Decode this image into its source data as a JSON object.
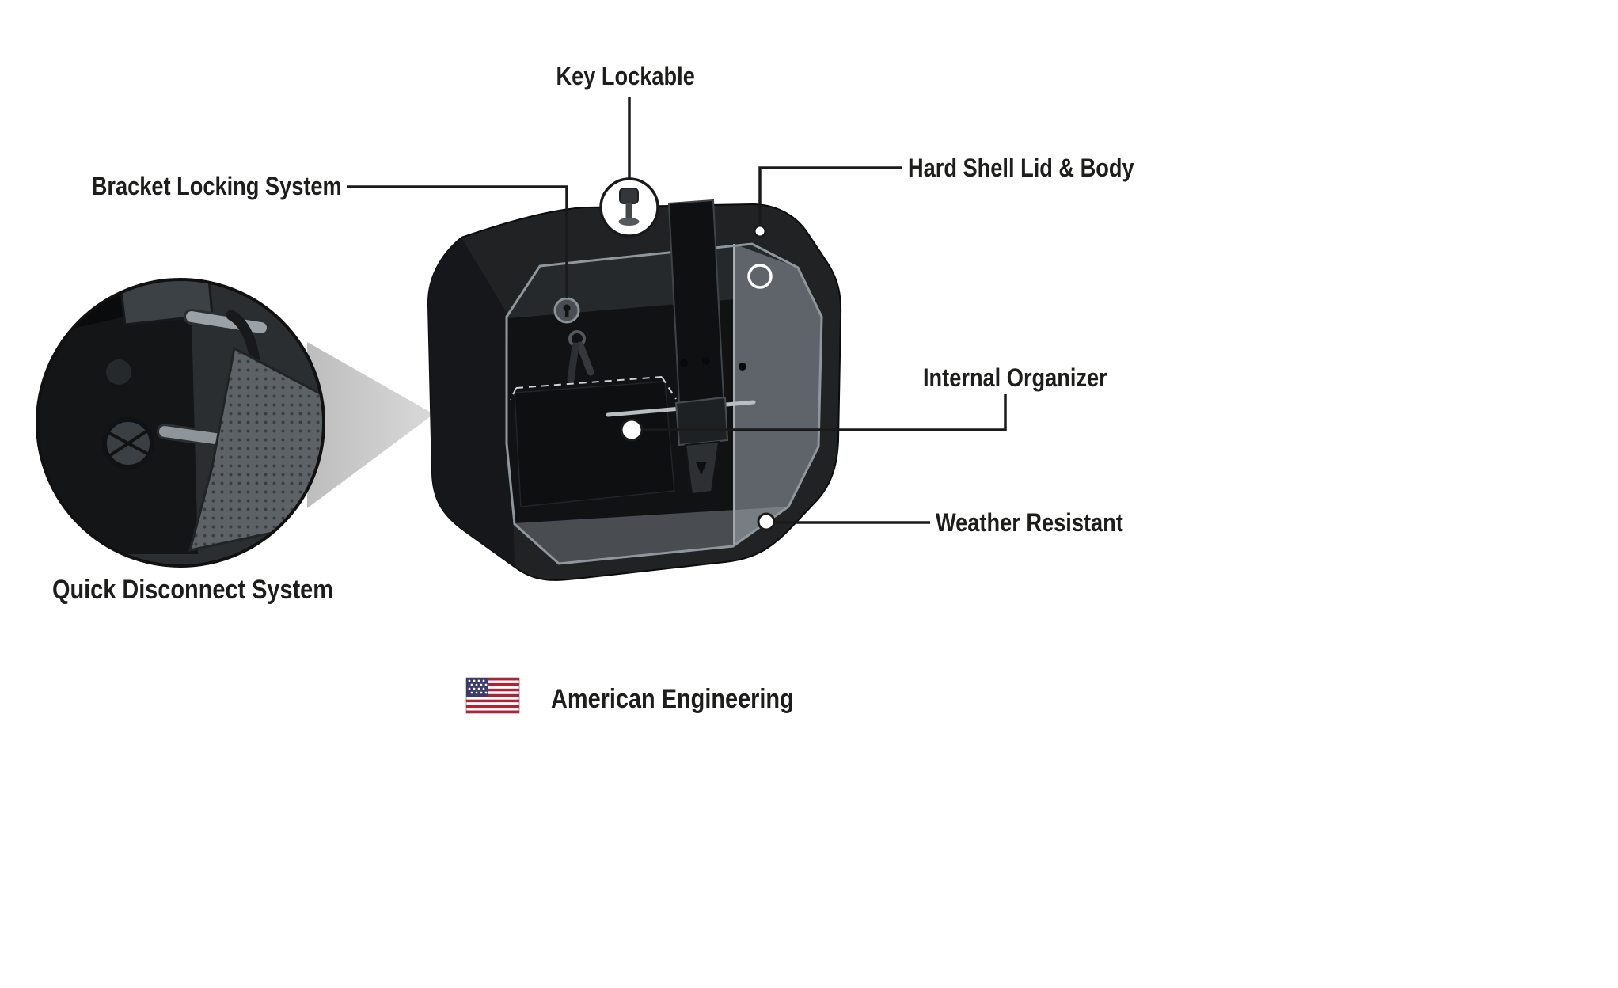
{
  "callouts": {
    "key_lockable": {
      "label": "Key Lockable"
    },
    "bracket_locking_system": {
      "label": "Bracket Locking System"
    },
    "hard_shell_lid_body": {
      "label": "Hard Shell Lid & Body"
    },
    "internal_organizer": {
      "label": "Internal Organizer"
    },
    "weather_resistant": {
      "label": "Weather Resistant"
    },
    "quick_disconnect_system": {
      "label": "Quick Disconnect System"
    }
  },
  "footer": {
    "american_engineering": "American Engineering",
    "flag_icon": "us-flag"
  },
  "colors": {
    "background": "#ffffff",
    "text": "#1d1d1b",
    "callout_line": "#1a1a1a",
    "bag_body": "#202224",
    "bag_interior": "#101214",
    "lid_highlight": "#98a0a7",
    "wedge": "#c8c8c8",
    "flag_red": "#b22234",
    "flag_blue": "#3c3b6e"
  }
}
